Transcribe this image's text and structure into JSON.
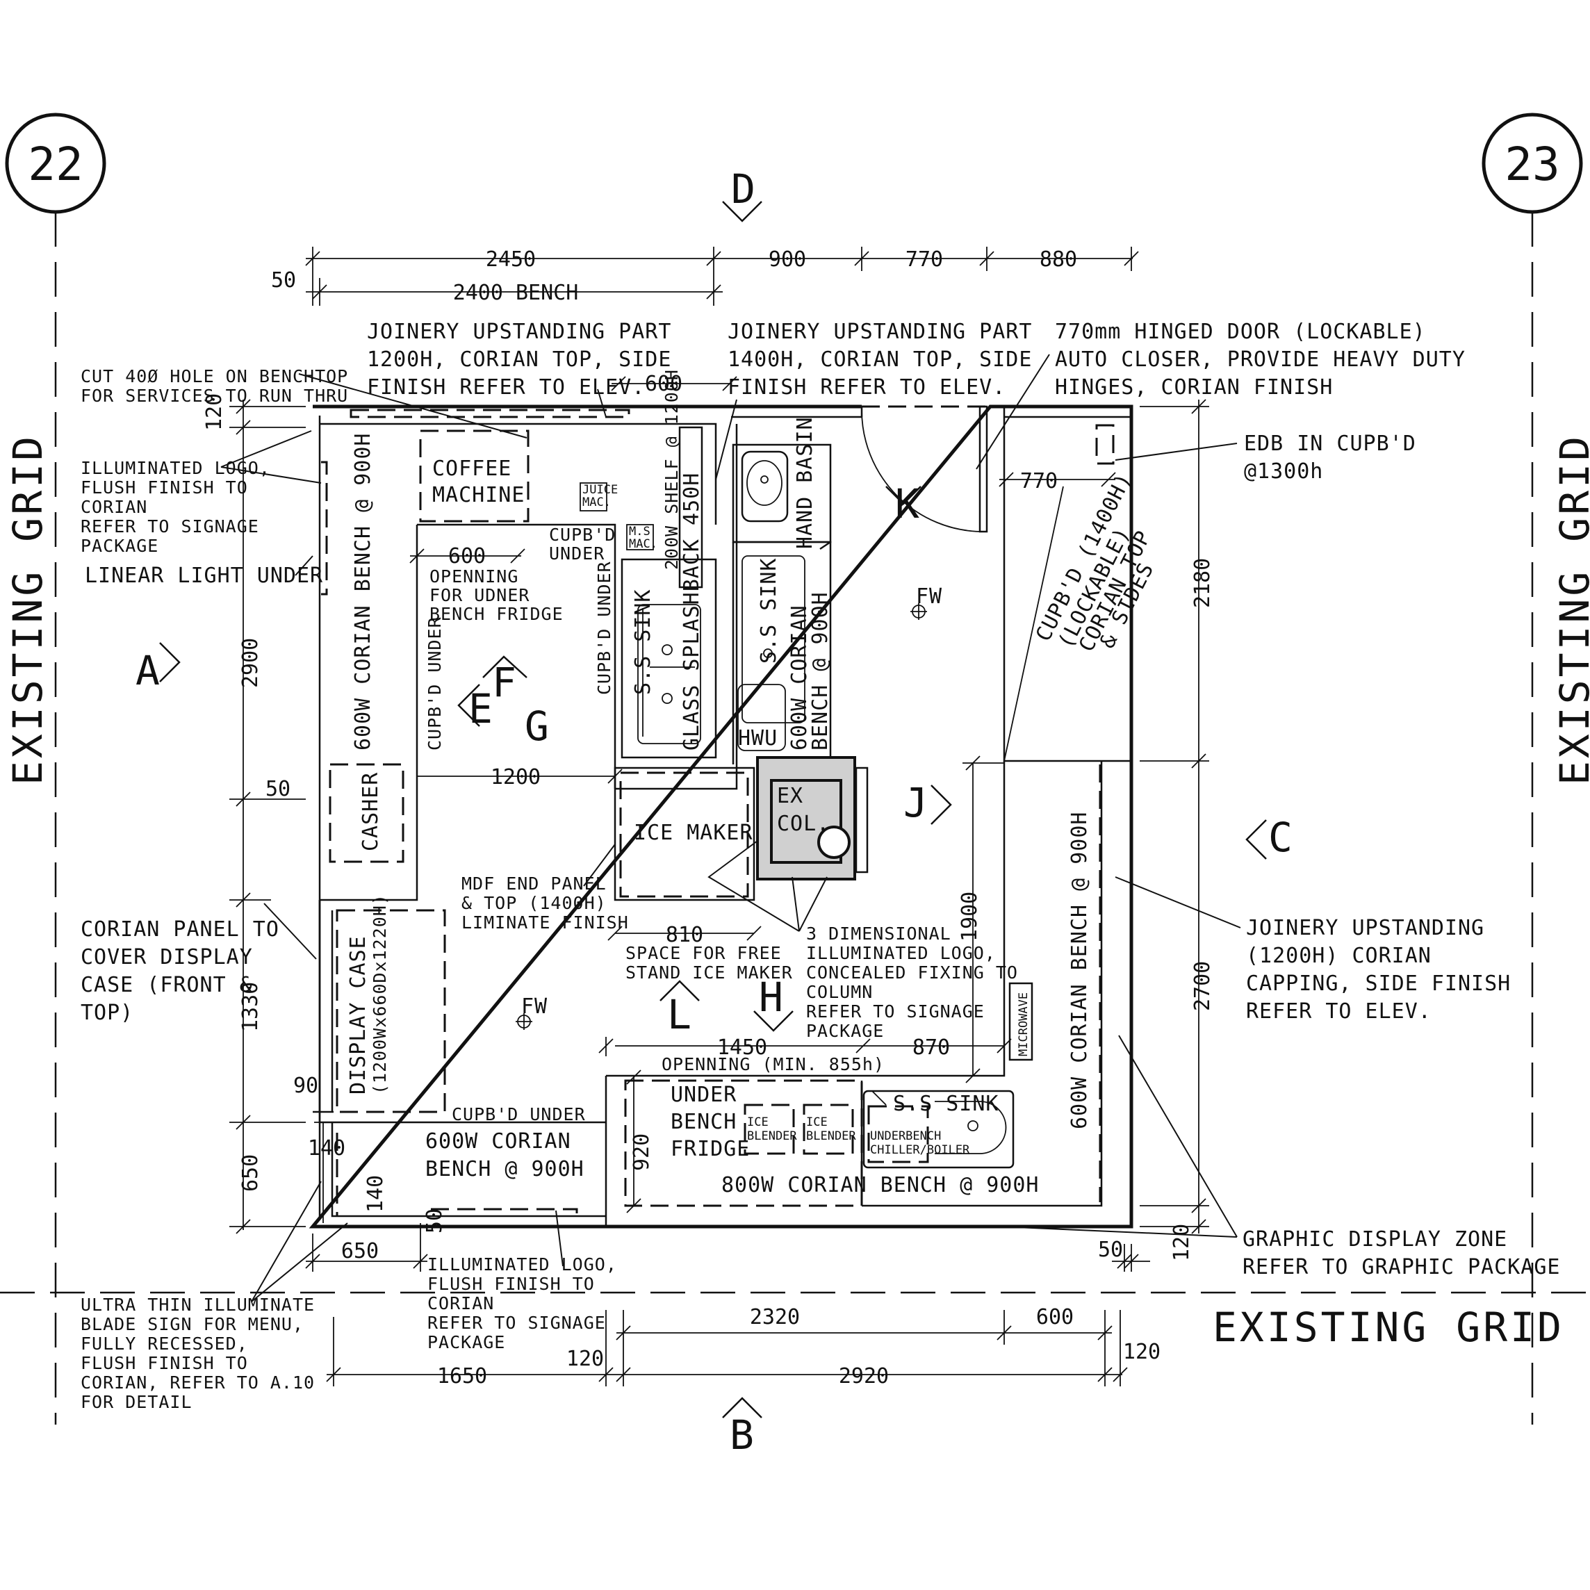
{
  "grid": {
    "left_id": "22",
    "right_id": "23",
    "left_label": "EXISTING GRID",
    "right_label": "EXISTING GRID",
    "bottom_label": "EXISTING GRID"
  },
  "markers": {
    "D": "D",
    "A": "A",
    "C": "C",
    "B": "B",
    "E": "E",
    "F": "F",
    "G": "G",
    "H": "H",
    "L": "L",
    "J": "J",
    "K": "K"
  },
  "dims": {
    "top_2450": "2450",
    "top_900": "900",
    "top_770": "770",
    "top_880": "880",
    "top_50": "50",
    "top_2400": "2400 BENCH",
    "top_600": "600",
    "left_120": "120",
    "left_2900": "2900",
    "left_50": "50",
    "left_1330": "1330",
    "left_90": "90",
    "left_650": "650",
    "left_140a": "140",
    "left_140b": "140",
    "bot_650": "650",
    "bot_1650": "1650",
    "bot_120a": "120",
    "bot_2320": "2320",
    "bot_600": "600",
    "bot_2920": "2920",
    "bot_120b": "120",
    "right_2180": "2180",
    "right_2700": "2700",
    "right_120": "120",
    "right_50": "50",
    "in_770": "770",
    "in_600": "600",
    "in_1200": "1200",
    "in_810": "810",
    "in_1450": "1450",
    "in_870": "870",
    "in_1900": "1900",
    "in_920": "920",
    "in_50": "50"
  },
  "notes": {
    "joinery_1200": [
      "JOINERY UPSTANDING PART",
      "1200H, CORIAN TOP, SIDE",
      "FINISH REFER TO ELEV."
    ],
    "joinery_1400": [
      "JOINERY UPSTANDING PART",
      "1400H, CORIAN TOP, SIDE",
      "FINISH REFER TO ELEV."
    ],
    "hinged_door": [
      "770mm HINGED DOOR (LOCKABLE)",
      "AUTO CLOSER, PROVIDE HEAVY DUTY",
      "HINGES, CORIAN FINISH"
    ],
    "cut_hole": [
      "CUT 40Ø HOLE ON BENCHTOP",
      "FOR SERVICES TO RUN THRU"
    ],
    "logo_left": [
      "ILLUMINATED LOGO,",
      "FLUSH FINISH TO",
      "CORIAN",
      "REFER TO SIGNAGE",
      "PACKAGE"
    ],
    "linear_light": "LINEAR LIGHT UNDER",
    "edb": [
      "EDB IN CUPB'D",
      "@1300h"
    ],
    "corian_panel": [
      "CORIAN PANEL TO",
      "COVER DISPLAY",
      "CASE (FRONT &",
      "TOP)"
    ],
    "joinery_right": [
      "JOINERY UPSTANDING",
      "(1200H) CORIAN",
      "CAPPING, SIDE FINISH",
      "REFER TO ELEV."
    ],
    "graphic_zone": [
      "GRAPHIC DISPLAY ZONE",
      "REFER TO GRAPHIC PACKAGE"
    ],
    "blade_sign": [
      "ULTRA THIN ILLUMINATE",
      "BLADE SIGN FOR MENU,",
      "FULLY RECESSED,",
      "FLUSH FINISH TO",
      "CORIAN, REFER TO A.10",
      "FOR DETAIL"
    ],
    "logo_bottom": [
      "ILLUMINATED LOGO,",
      "FLUSH FINISH TO",
      "CORIAN",
      "REFER TO SIGNAGE",
      "PACKAGE"
    ],
    "mdf_panel": [
      "MDF END PANEL",
      "& TOP (1400H)",
      "LIMINATE FINISH"
    ],
    "ice_space": [
      "SPACE FOR FREE",
      "STAND ICE MAKER"
    ],
    "logo_3d": [
      "3 DIMENSIONAL",
      "ILLUMINATED LOGO,",
      "CONCEALED FIXING TO",
      "COLUMN",
      "REFER TO SIGNAGE",
      "PACKAGE"
    ],
    "opening_fridge": [
      "OPENNING",
      "FOR UDNER",
      "BENCH FRIDGE"
    ],
    "opening_min": "OPENNING (MIN. 855h)"
  },
  "labels": {
    "coffee": [
      "COFFEE",
      "MACHINE"
    ],
    "juice": [
      "JUICE",
      "MAC."
    ],
    "ms_mac": [
      "M.S",
      "MAC."
    ],
    "cupbd_under_top": [
      "CUPB'D",
      "UNDER"
    ],
    "shelf_200": "200W SHELF @ 1200H",
    "splash": "GLASS SPLASHBACK 450H",
    "hand_basin": "HAND BASIN",
    "bench_left": "600W CORIAN BENCH @ 900H",
    "cupbd_under_left": "CUPB'D UNDER",
    "cupbd_under_mid": "CUPB'D UNDER",
    "ss_sink_left": "S.S SINK",
    "ss_sink_mid": "S.S SINK",
    "bench_mid": [
      "600W CORIAN",
      "BENCH @ 900H"
    ],
    "hwu": "HWU",
    "casher": "CASHER",
    "ice_maker": "ICE MAKER",
    "ex_col": [
      "EX",
      "COL."
    ],
    "fw_top": "FW",
    "fw_bottom": "FW",
    "cupbd_right": [
      "CUPB'D (1400H)",
      "(LOCKABLE)",
      "CORIAN TOP",
      "& SIDES"
    ],
    "display_case": [
      "DISPLAY CASE",
      "(1200Wx660Dx1220H)"
    ],
    "cupbd_under_bottom": "CUPB'D UNDER",
    "bench_bottom_left": [
      "600W CORIAN",
      "BENCH @ 900H"
    ],
    "under_fridge": [
      "UNDER",
      "BENCH",
      "FRIDGE"
    ],
    "ice_blender": [
      "ICE",
      "BLENDER"
    ],
    "ss_sink_bottom": "S.S SINK",
    "chiller": [
      "UNDERBENCH",
      "CHILLER/BOILER"
    ],
    "bench_800": "800W CORIAN BENCH @ 900H",
    "microwave": "MICROWAVE",
    "bench_right": "600W CORIAN BENCH @ 900H"
  }
}
